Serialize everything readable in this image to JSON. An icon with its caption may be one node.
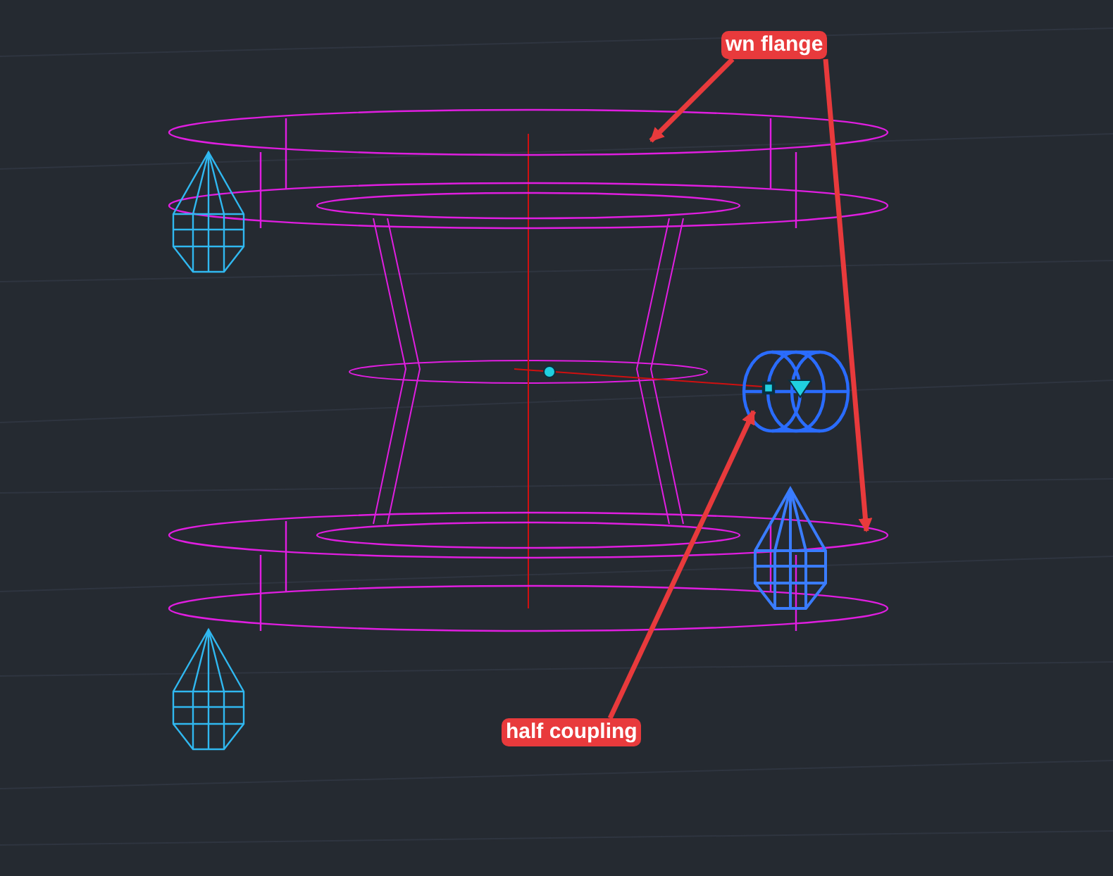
{
  "diagram": {
    "nodes": [
      {
        "text": [
          "wn flange"
        ]
      },
      {
        "text": [],
        "shape": "picture"
      },
      {
        "text": [],
        "shape": "picture"
      },
      {
        "text": [],
        "shape": "picture"
      },
      {
        "text": [
          "half coupling"
        ]
      }
    ],
    "edges": [
      {
        "from": 0,
        "to": 1,
        "arrow": "to"
      },
      {
        "from": 0,
        "to": 3,
        "arrow": "to"
      },
      {
        "from": 4,
        "to": 2,
        "arrow": "to"
      }
    ]
  }
}
